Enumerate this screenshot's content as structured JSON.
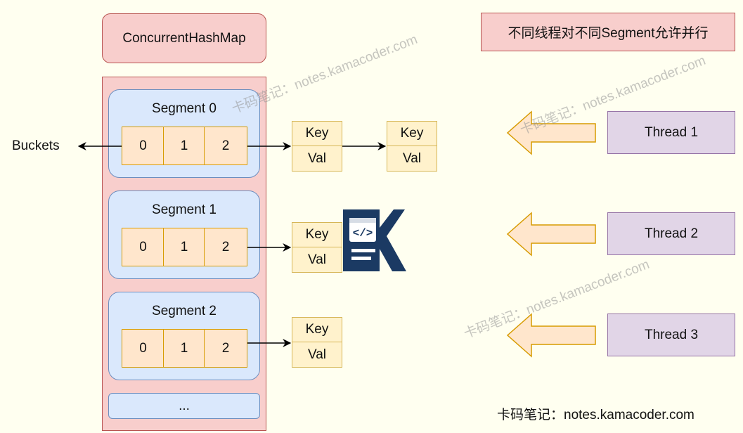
{
  "map": {
    "title": "ConcurrentHashMap",
    "ellipsis": "..."
  },
  "segments": [
    {
      "label": "Segment 0",
      "cells": [
        "0",
        "1",
        "2"
      ]
    },
    {
      "label": "Segment 1",
      "cells": [
        "0",
        "1",
        "2"
      ]
    },
    {
      "label": "Segment 2",
      "cells": [
        "0",
        "1",
        "2"
      ]
    }
  ],
  "buckets_label": "Buckets",
  "entry": {
    "key": "Key",
    "val": "Val"
  },
  "threads": [
    "Thread 1",
    "Thread 2",
    "Thread 3"
  ],
  "note": "不同线程对不同Segment允许并行",
  "watermark": "卡码笔记：notes.kamacoder.com",
  "footer": "卡码笔记：notes.kamacoder.com",
  "colors": {
    "map_fill": "#f8cecc",
    "map_stroke": "#b85450",
    "segment_fill": "#dae8fc",
    "segment_stroke": "#6c8ebf",
    "cell_fill": "#ffe6cc",
    "cell_stroke": "#d79b00",
    "entry_fill": "#fff2cc",
    "entry_stroke": "#d6b656",
    "thread_fill": "#e1d5e7",
    "thread_stroke": "#9673a6",
    "logo": "#1b3a63"
  }
}
